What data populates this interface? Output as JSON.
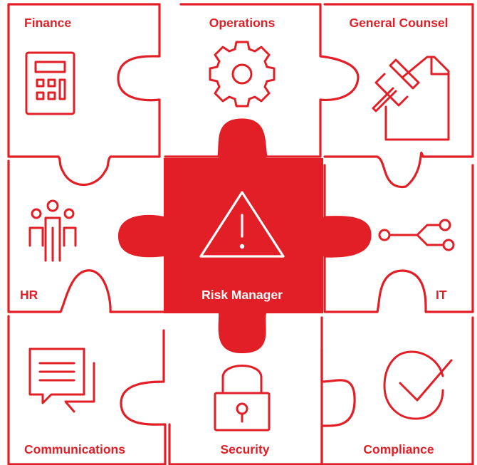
{
  "colors": {
    "accent": "#e21f26",
    "background": "#ffffff",
    "center_text": "#ffffff"
  },
  "pieces": [
    {
      "key": "finance",
      "label": "Finance",
      "icon": "calculator-icon"
    },
    {
      "key": "operations",
      "label": "Operations",
      "icon": "gear-icon"
    },
    {
      "key": "general_counsel",
      "label": "General Counsel",
      "icon": "gavel-document-icon"
    },
    {
      "key": "hr",
      "label": "HR",
      "icon": "people-icon"
    },
    {
      "key": "risk_manager",
      "label": "Risk Manager",
      "icon": "warning-triangle-icon"
    },
    {
      "key": "it",
      "label": "IT",
      "icon": "share-network-icon"
    },
    {
      "key": "communications",
      "label": "Communications",
      "icon": "chat-bubble-icon"
    },
    {
      "key": "security",
      "label": "Security",
      "icon": "padlock-icon"
    },
    {
      "key": "compliance",
      "label": "Compliance",
      "icon": "checkmark-circle-icon"
    }
  ]
}
